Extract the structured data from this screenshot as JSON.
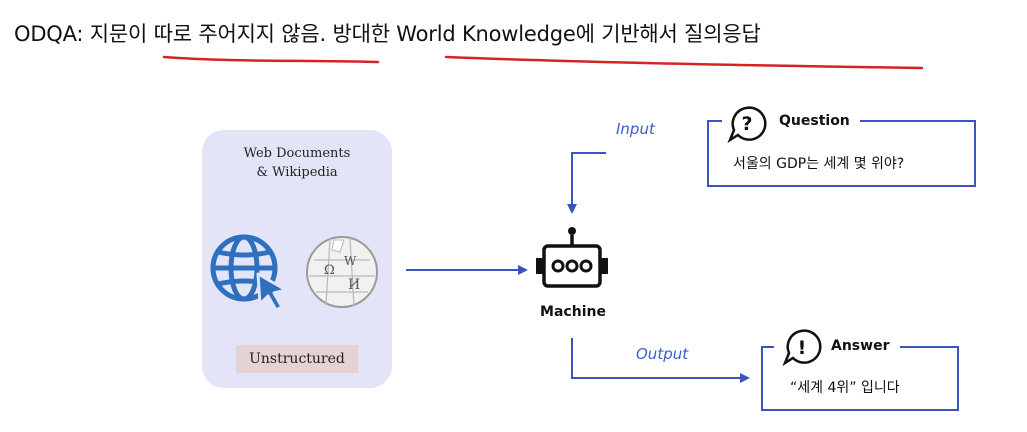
{
  "heading": "ODQA: 지문이 따로 주어지지 않음. 방대한 World Knowledge에 기반해서 질의응답",
  "source": {
    "title_line1": "Web Documents",
    "title_line2": "& Wikipedia",
    "tag": "Unstructured",
    "wiki_glyphs": [
      "Ω",
      "W",
      "И"
    ]
  },
  "flow": {
    "input_label": "Input",
    "output_label": "Output",
    "machine_label": "Machine"
  },
  "question": {
    "icon_glyph": "?",
    "title": "Question",
    "text": "서울의 GDP는 세계 몇 위야?"
  },
  "answer": {
    "icon_glyph": "!",
    "title": "Answer",
    "text": "“세계 4위” 입니다"
  },
  "colors": {
    "underline": "#d42525",
    "connector": "#3b55c0",
    "card_border": "#3b55c0",
    "panel_bg": "#e4e4f8",
    "tag_bg": "#e3d3d2",
    "web_icon": "#2f6fbf"
  }
}
